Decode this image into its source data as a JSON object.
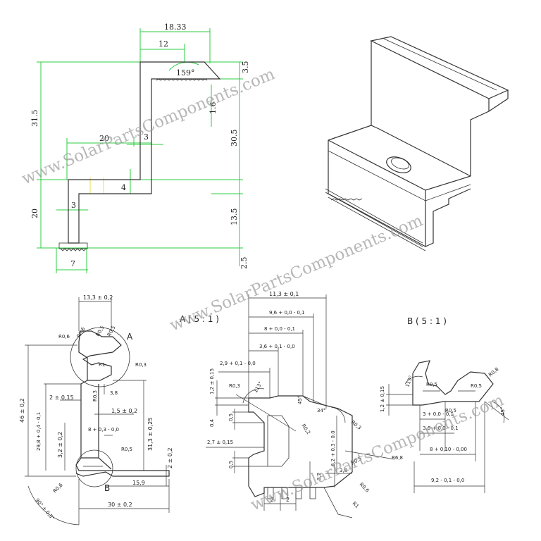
{
  "top_drawing": {
    "dims": [
      "18.33",
      "12",
      "159°",
      "3.5",
      "31.5",
      "1.6",
      "20",
      "3",
      "30.5",
      "4",
      "3",
      "13.5",
      "20",
      "7",
      "2.5"
    ]
  },
  "detail_drawing": {
    "dims": [
      "13,3 ± 0,2",
      "R0,6",
      "R0,6",
      "R0,5",
      "R0,5",
      "A",
      "R1",
      "R0,3",
      "46 ± 0,2",
      "2 ± 0,15",
      "R0,3",
      "3,8",
      "29,8 + 0,4 - 0,1",
      "1,5 ± 0,2",
      "8 + 0,3 - 0,0",
      "31,3 ± 0,25",
      "3,2 ± 0,2",
      "R0,5",
      "2 ± 0,2",
      "R0,6",
      "B",
      "15,9",
      "90° ± 0,5°",
      "30 ± 0,2"
    ]
  },
  "section_a": {
    "title": "A ( 5 : 1 )",
    "dims": [
      "11,3 ± 0,1",
      "9,6 + 0,0 - 0,1",
      "8 + 0,0 - 0,1",
      "3,6 + 0,1 - 0,0",
      "2,9 + 0,1 - 0,0",
      "1,2 ± 0,15",
      "113°",
      "R0,3",
      "45°",
      "34°",
      "R0,2",
      "R0,3",
      "0,4",
      "0,5",
      "2,7 ± 0,15",
      "6,2 + 0,3 - 0,0",
      "0,5",
      "3,2",
      "3,8",
      "R0,5",
      "R0,6",
      "R6,8",
      "2",
      "2",
      "R1"
    ]
  },
  "section_b": {
    "title": "B ( 5 : 1 )",
    "dims": [
      "113°",
      "1,2 ± 0,15",
      "R0,5",
      "R0,5",
      "R0,5",
      "R0,8",
      "3 + 0,0 - 0,1",
      "3,6 + 0,0 - 0,1",
      "45°",
      "8 + 0,10 - 0,00",
      "9,2 - 0,1 - 0,0"
    ]
  },
  "watermark": {
    "text": "www.SolarPartsComponents.com"
  }
}
